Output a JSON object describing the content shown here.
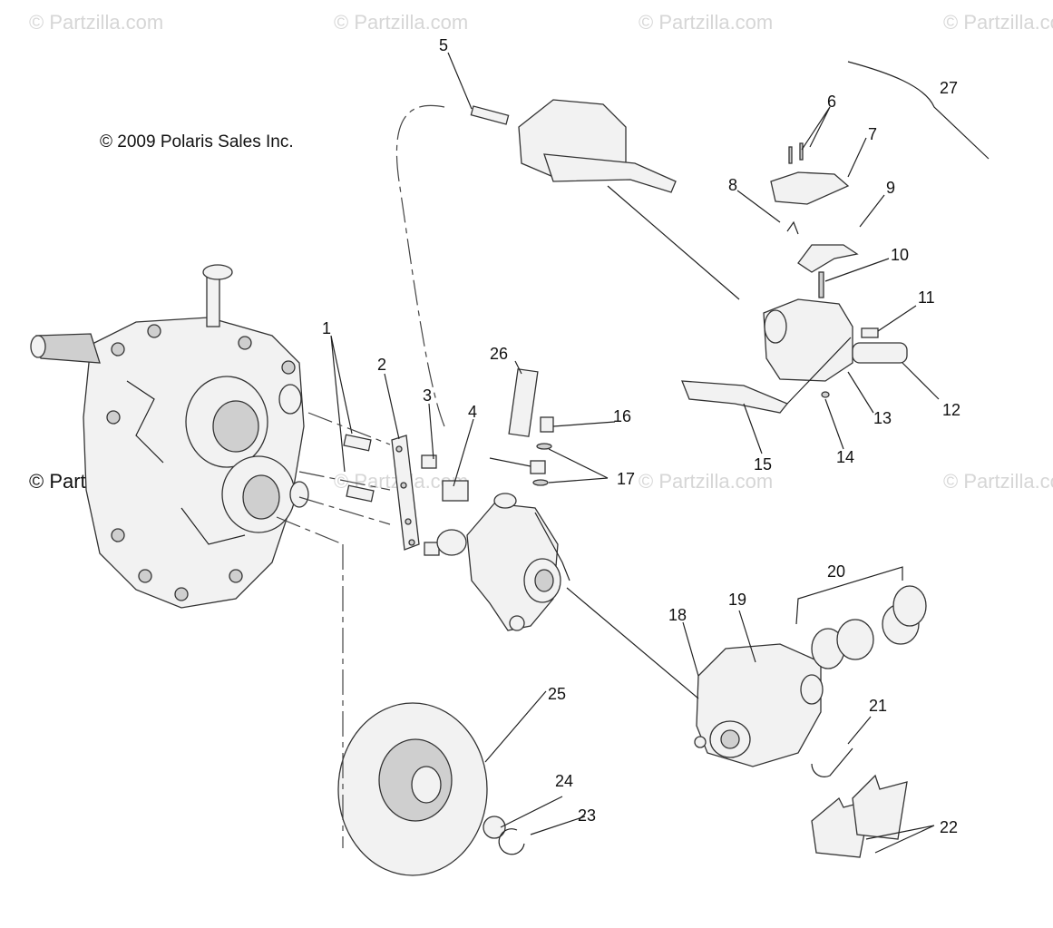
{
  "watermark": "© Partzilla.com",
  "copyright": "© 2009 Polaris Sales Inc.",
  "callouts": [
    "1",
    "2",
    "3",
    "4",
    "5",
    "6",
    "7",
    "8",
    "9",
    "10",
    "11",
    "12",
    "13",
    "14",
    "15",
    "16",
    "17",
    "18",
    "19",
    "20",
    "21",
    "22",
    "23",
    "24",
    "25",
    "26",
    "27"
  ]
}
